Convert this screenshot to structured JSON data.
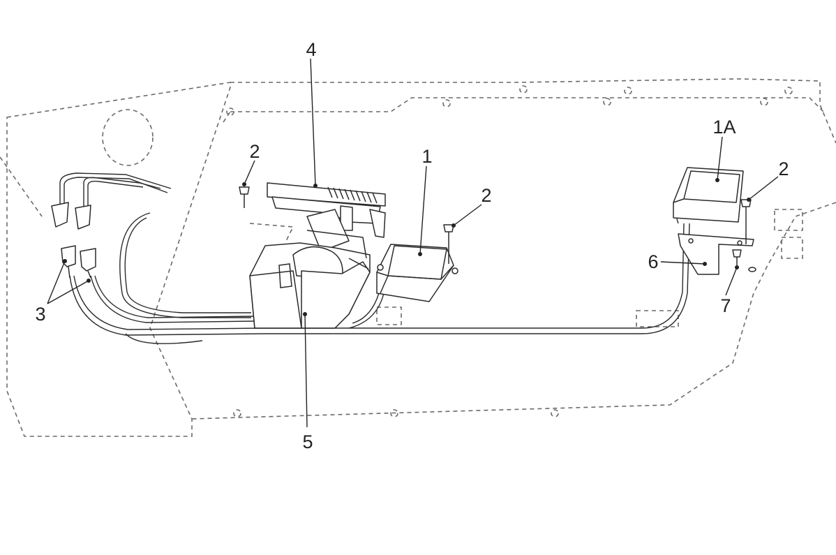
{
  "callouts": [
    {
      "id": "c-4",
      "text": "4"
    },
    {
      "id": "c-2a",
      "text": "2"
    },
    {
      "id": "c-1",
      "text": "1"
    },
    {
      "id": "c-2b",
      "text": "2"
    },
    {
      "id": "c-1A",
      "text": "1A"
    },
    {
      "id": "c-2c",
      "text": "2"
    },
    {
      "id": "c-6",
      "text": "6"
    },
    {
      "id": "c-7",
      "text": "7"
    },
    {
      "id": "c-3",
      "text": "3"
    },
    {
      "id": "c-5",
      "text": "5"
    }
  ],
  "colors": {
    "outline": "#2a2a2a",
    "dashed_panel": "#6a6a6a",
    "background": "#ffffff"
  }
}
